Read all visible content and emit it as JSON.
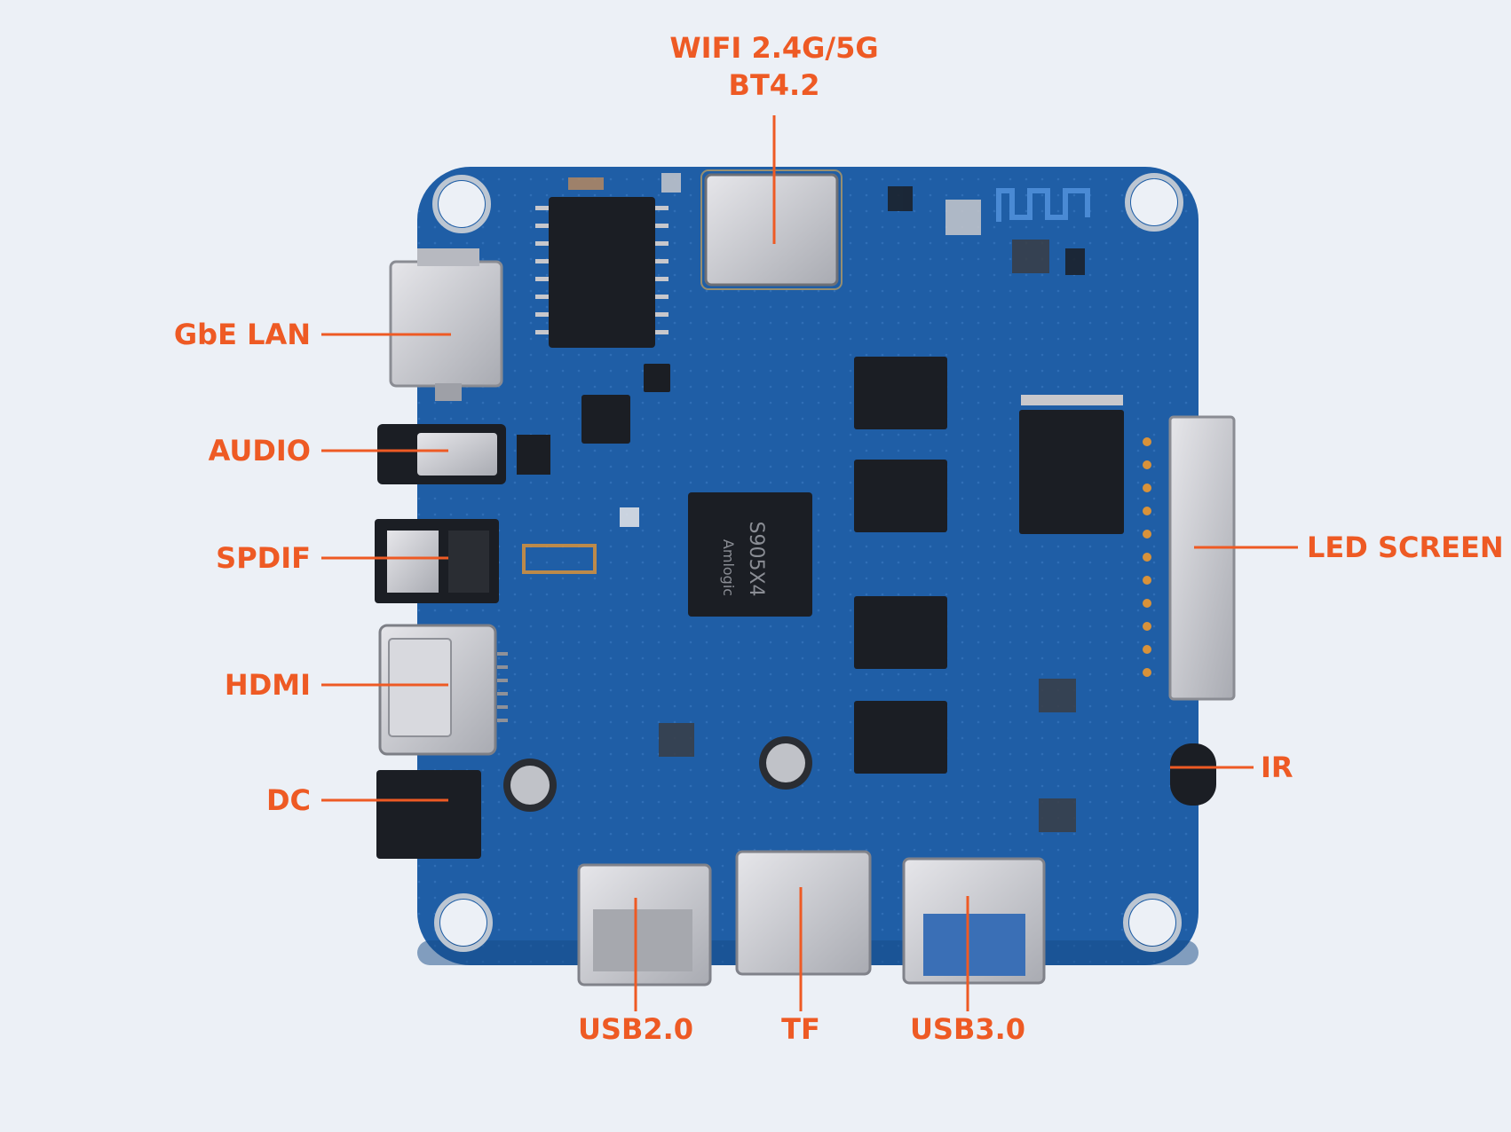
{
  "labels": {
    "wifi_line1": "WIFI 2.4G/5G",
    "wifi_line2": "BT4.2",
    "gbe_lan": "GbE LAN",
    "audio": "AUDIO",
    "spdif": "SPDIF",
    "hdmi": "HDMI",
    "dc": "DC",
    "led_screen": "LED SCREEN",
    "ir": "IR",
    "usb20": "USB2.0",
    "tf": "TF",
    "usb30": "USB3.0"
  },
  "chip": {
    "brand": "Amlogic",
    "model": "S905X4"
  },
  "colors": {
    "background": "#ecf0f6",
    "label": "#ee5a24",
    "pcb": "#1f5ea6",
    "metal": "#c8c8cc",
    "ic": "#1b1e24"
  }
}
